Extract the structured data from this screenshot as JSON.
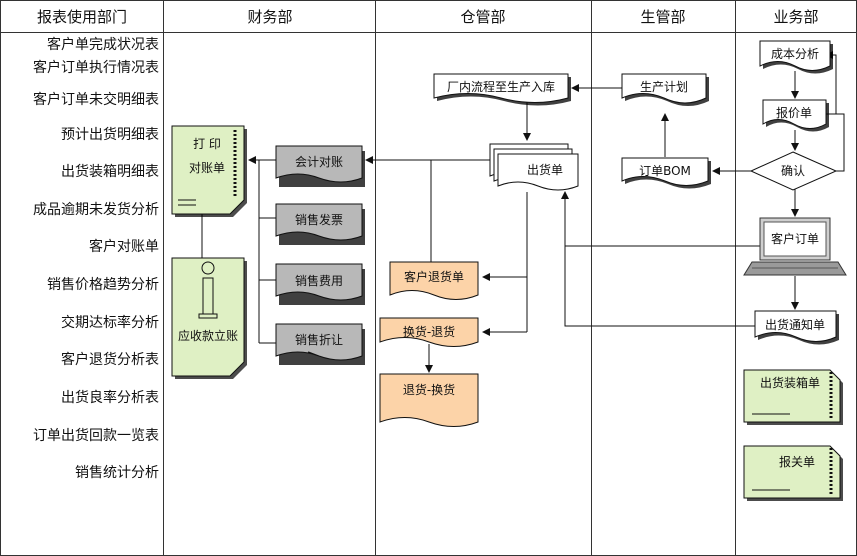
{
  "lanes": {
    "business": "业务部",
    "production": "生管部",
    "warehouse": "仓管部",
    "finance": "财务部",
    "reports": "报表使用部门"
  },
  "business": {
    "cost_analysis": "成本分析",
    "quote": "报价单",
    "confirm": "确认",
    "customer_order": "客户订单",
    "shipping_notice": "出货通知单",
    "packing_list": "出货装箱单",
    "customs_doc": "报关单"
  },
  "production": {
    "plan": "生产计划",
    "bom": "订单BOM"
  },
  "warehouse": {
    "factory_flow": "厂内流程至生产入库",
    "delivery_note": "出货单",
    "return_note": "客户退货单",
    "exchange_return": "换货-退货",
    "return_exchange": "退货-换货"
  },
  "finance": {
    "accounting_check": "会计对账",
    "sales_invoice": "销售发票",
    "sales_expense": "销售费用",
    "sales_discount": "销售折让",
    "print_label": "打 印",
    "statement": "对账单",
    "ar_ledger": "应收款立账"
  },
  "reports": [
    "客户单完成状况表",
    "客户订单执行情况表",
    "客户订单未交明细表",
    "预计出货明细表",
    "出货装箱明细表",
    "成品逾期未发货分析",
    "客户对账单",
    "销售价格趋势分析",
    "交期达标率分析",
    "客户退货分析表",
    "出货良率分析表",
    "订单出货回款一览表",
    "销售统计分析"
  ],
  "colors": {
    "note_green": "#dff0c4",
    "note_orange": "#fcd3a8",
    "gray_doc": "#b8b8b8",
    "line": "#111111"
  }
}
